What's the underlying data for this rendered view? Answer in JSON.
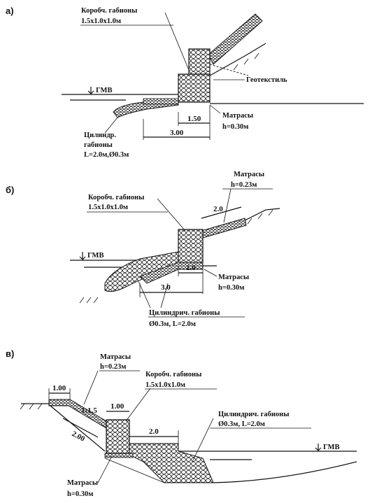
{
  "panels": {
    "a": {
      "marker": "а)",
      "box_gabions": "Коробч. габионы",
      "box_size": "1.5x1.0x1.0м",
      "geotextile": "Геотекстиль",
      "water_level": "ГМВ",
      "mattress": "Матрасы",
      "mattress_h": "h=0.30м",
      "dim_150": "1.50",
      "dim_300": "3.00",
      "cyl_1": "Цилиндр.",
      "cyl_2": "габионы",
      "cyl_3": "L=2.0м,Ø0.3м"
    },
    "b": {
      "marker": "б)",
      "mattress": "Матрасы",
      "mattress_h": "h=0.23м",
      "box_gabions": "Коробч. габионы",
      "box_size": "1.5x1.0x1.0м",
      "dim_20": "2.0",
      "water_level": "ГМВ",
      "dim_10": "1.0",
      "mattress2": "Матрасы",
      "mattress2_h": "h=0.30м",
      "dim_30": "3.0",
      "cyl_1": "Цилиндрич. габионы",
      "cyl_2": "Ø0.3м, L=2.0м"
    },
    "c": {
      "marker": "в)",
      "mattress": "Матрасы",
      "mattress_h": "h=0.23м",
      "box_gabions": "Коробч. габионы",
      "box_size": "1.5x1.0x1.0м",
      "dim_100a": "1.00",
      "slope": "1:1.5",
      "dim_100b": "1.00",
      "dim_200": "2.00",
      "dim_20": "2.0",
      "cyl_1": "Цилиндрич. габионы",
      "cyl_2": "Ø0.3м, L=2.0м",
      "water_level": "ГМВ",
      "mattress2": "Матрасы",
      "mattress2_h": "h=0.30м"
    }
  }
}
